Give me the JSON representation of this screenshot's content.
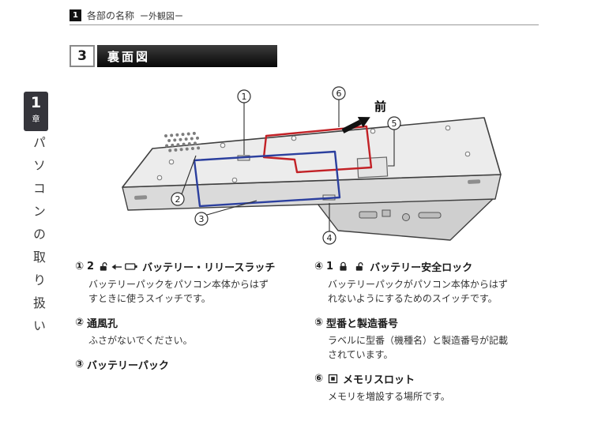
{
  "header": {
    "num": "1",
    "title": "各部の名称",
    "subtitle": "ー外観図ー"
  },
  "section": {
    "num": "3",
    "title": "裏面図"
  },
  "sidebar": {
    "chapter_num": "1",
    "chapter_label": "章",
    "vertical_text": "パソコンの取り扱い"
  },
  "figure": {
    "front_label": "前",
    "c1": "1",
    "c2": "2",
    "c3": "3",
    "c4": "4",
    "c5": "5",
    "c6": "6"
  },
  "items": {
    "left": [
      {
        "marker": "①",
        "prefix": "2",
        "title": "バッテリー・リリースラッチ",
        "desc": "バッテリーパックをパソコン本体からはず\nすときに使うスイッチです。"
      },
      {
        "marker": "②",
        "title": "通風孔",
        "desc": "ふさがないでください。"
      },
      {
        "marker": "③",
        "title": "バッテリーパック",
        "desc": ""
      }
    ],
    "right": [
      {
        "marker": "④",
        "prefix": "1",
        "title": "バッテリー安全ロック",
        "desc": "バッテリーパックがパソコン本体からはず\nれないようにするためのスイッチです。"
      },
      {
        "marker": "⑤",
        "title": "型番と製造番号",
        "desc": "ラベルに型番（機種名）と製造番号が記載\nされています。"
      },
      {
        "marker": "⑥",
        "title": "メモリスロット",
        "desc": "メモリを増設する場所です。"
      }
    ]
  }
}
